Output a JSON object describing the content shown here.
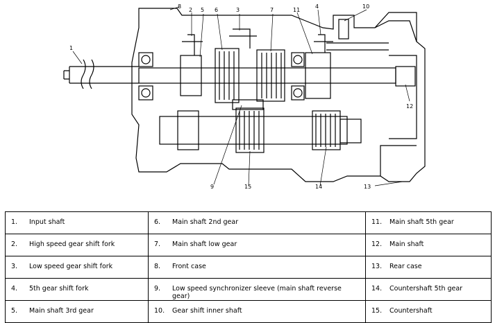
{
  "diagram": {
    "callouts": [
      "1",
      "2",
      "3",
      "4",
      "5",
      "6",
      "7",
      "8",
      "9",
      "10",
      "11",
      "12",
      "13",
      "14",
      "15"
    ]
  },
  "legend": [
    {
      "num": "1.",
      "label": "Input shaft"
    },
    {
      "num": "2.",
      "label": "High speed gear shift fork"
    },
    {
      "num": "3.",
      "label": "Low speed gear shift fork"
    },
    {
      "num": "4.",
      "label": "5th gear shift fork"
    },
    {
      "num": "5.",
      "label": "Main shaft 3rd gear"
    },
    {
      "num": "6.",
      "label": "Main shaft 2nd gear"
    },
    {
      "num": "7.",
      "label": "Main shaft low gear"
    },
    {
      "num": "8.",
      "label": "Front case"
    },
    {
      "num": "9.",
      "label": "Low speed synchronizer sleeve (main shaft reverse gear)"
    },
    {
      "num": "10.",
      "label": "Gear shift inner shaft"
    },
    {
      "num": "11.",
      "label": "Main shaft 5th gear"
    },
    {
      "num": "12.",
      "label": "Main shaft"
    },
    {
      "num": "13.",
      "label": "Rear case"
    },
    {
      "num": "14.",
      "label": "Countershaft 5th gear"
    },
    {
      "num": "15.",
      "label": "Countershaft"
    }
  ]
}
